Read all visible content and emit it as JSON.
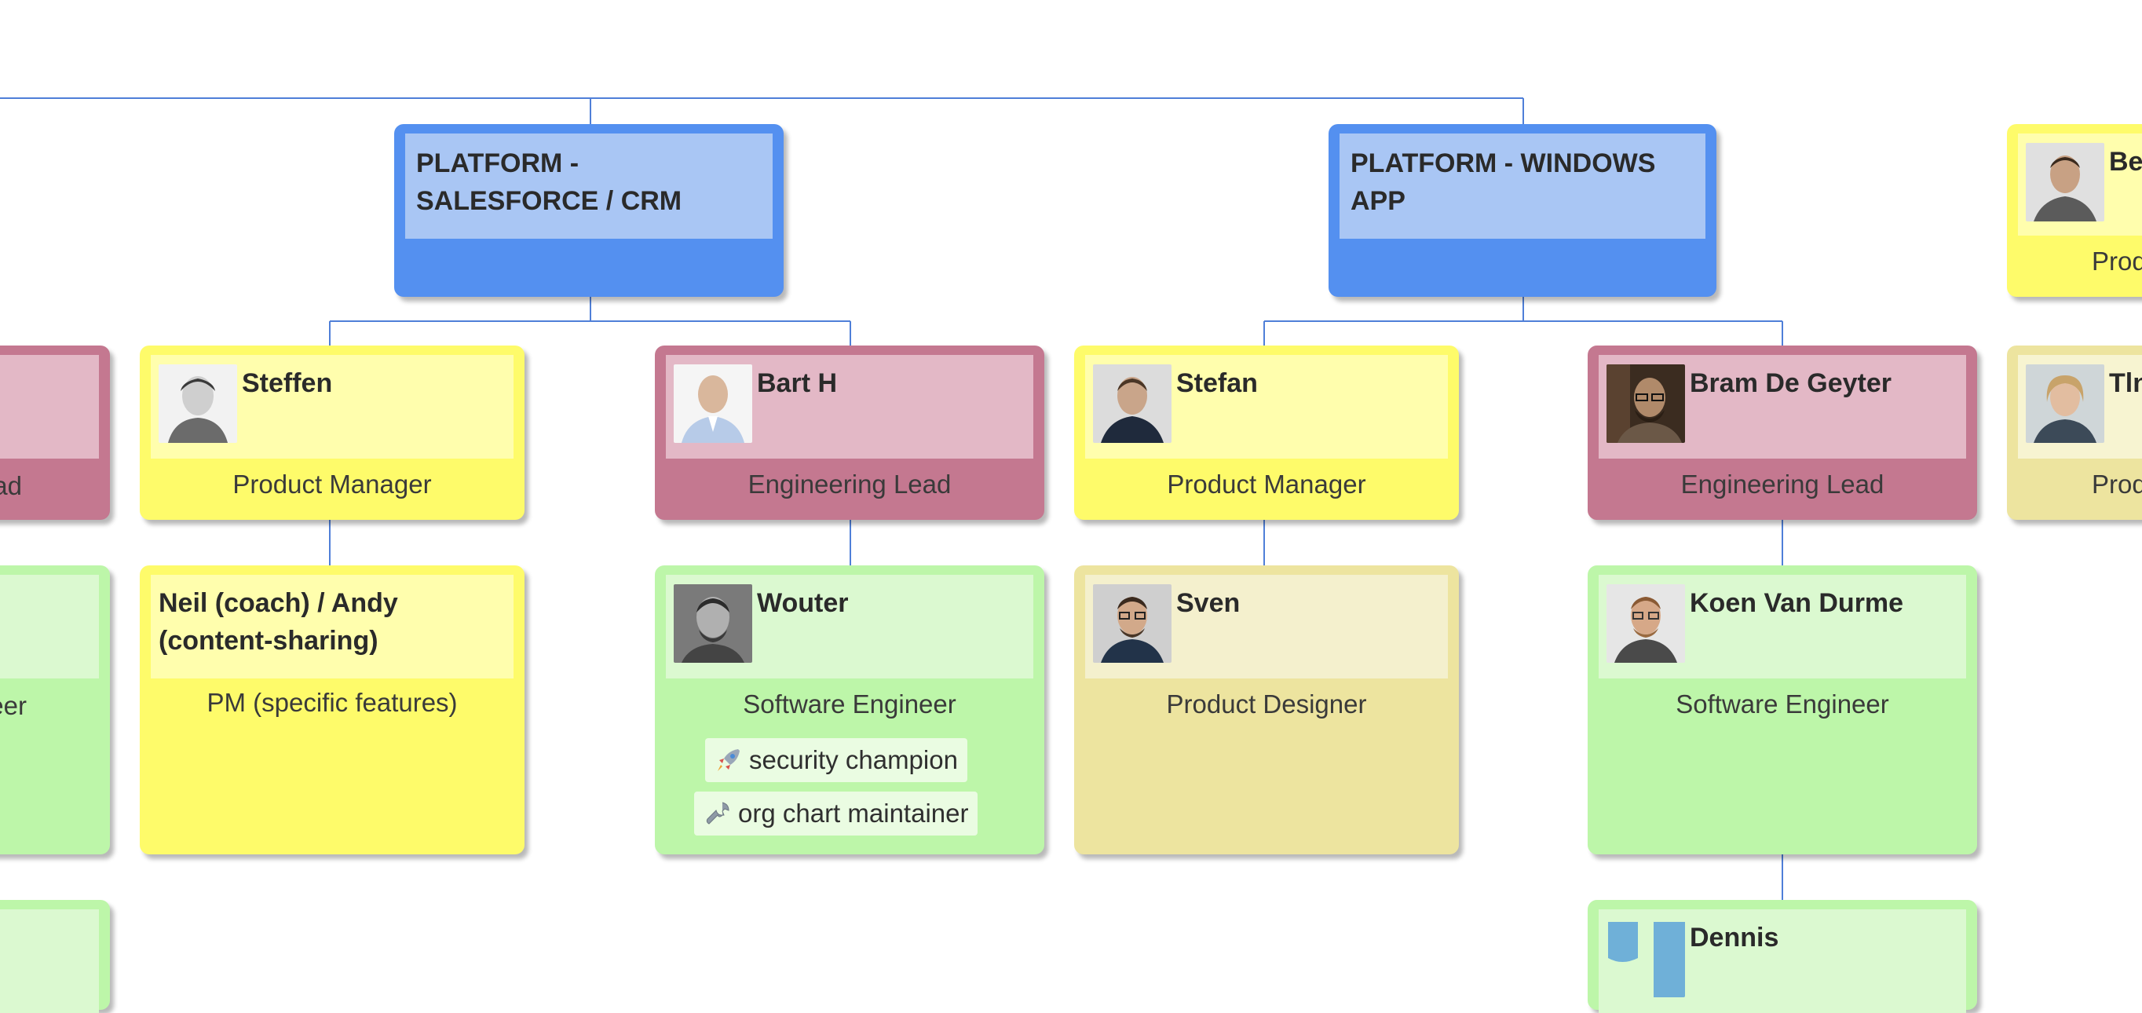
{
  "teams": {
    "salesforce": {
      "title": "PLATFORM - SALESFORCE / CRM"
    },
    "windows": {
      "title": "PLATFORM - WINDOWS APP"
    }
  },
  "people": {
    "left_el": {
      "name": "",
      "role": "ad"
    },
    "left_se": {
      "name": "",
      "role": "eer"
    },
    "steffen": {
      "name": "Steffen",
      "role": "Product Manager"
    },
    "neil": {
      "name": "Neil (coach) / Andy (content-sharing)",
      "role": "PM (specific features)"
    },
    "bart": {
      "name": "Bart H",
      "role": "Engineering Lead"
    },
    "wouter": {
      "name": "Wouter",
      "role": "Software Engineer",
      "badges": [
        {
          "icon": "rocket-icon",
          "label": "security champion"
        },
        {
          "icon": "wrench-icon",
          "label": "org chart maintainer"
        }
      ]
    },
    "stefan": {
      "name": "Stefan",
      "role": "Product Manager"
    },
    "sven": {
      "name": "Sven",
      "role": "Product Designer"
    },
    "bram": {
      "name": "Bram De Geyter",
      "role": "Engineering Lead"
    },
    "koen": {
      "name": "Koen Van Durme",
      "role": "Software Engineer"
    },
    "dennis": {
      "name": "Dennis"
    },
    "right_top": {
      "name": "Be",
      "role": "Prod"
    },
    "right_mid": {
      "name": "Tln",
      "role": "Prod"
    }
  },
  "colors": {
    "team_outer": "#5490f0",
    "team_inner": "#a9c6f4",
    "product_manager": "#fefb6a",
    "engineering_lead": "#c47890",
    "software_engineer": "#bdf6a9",
    "product_designer": "#ede49f",
    "connector": "#4f7fd8"
  }
}
